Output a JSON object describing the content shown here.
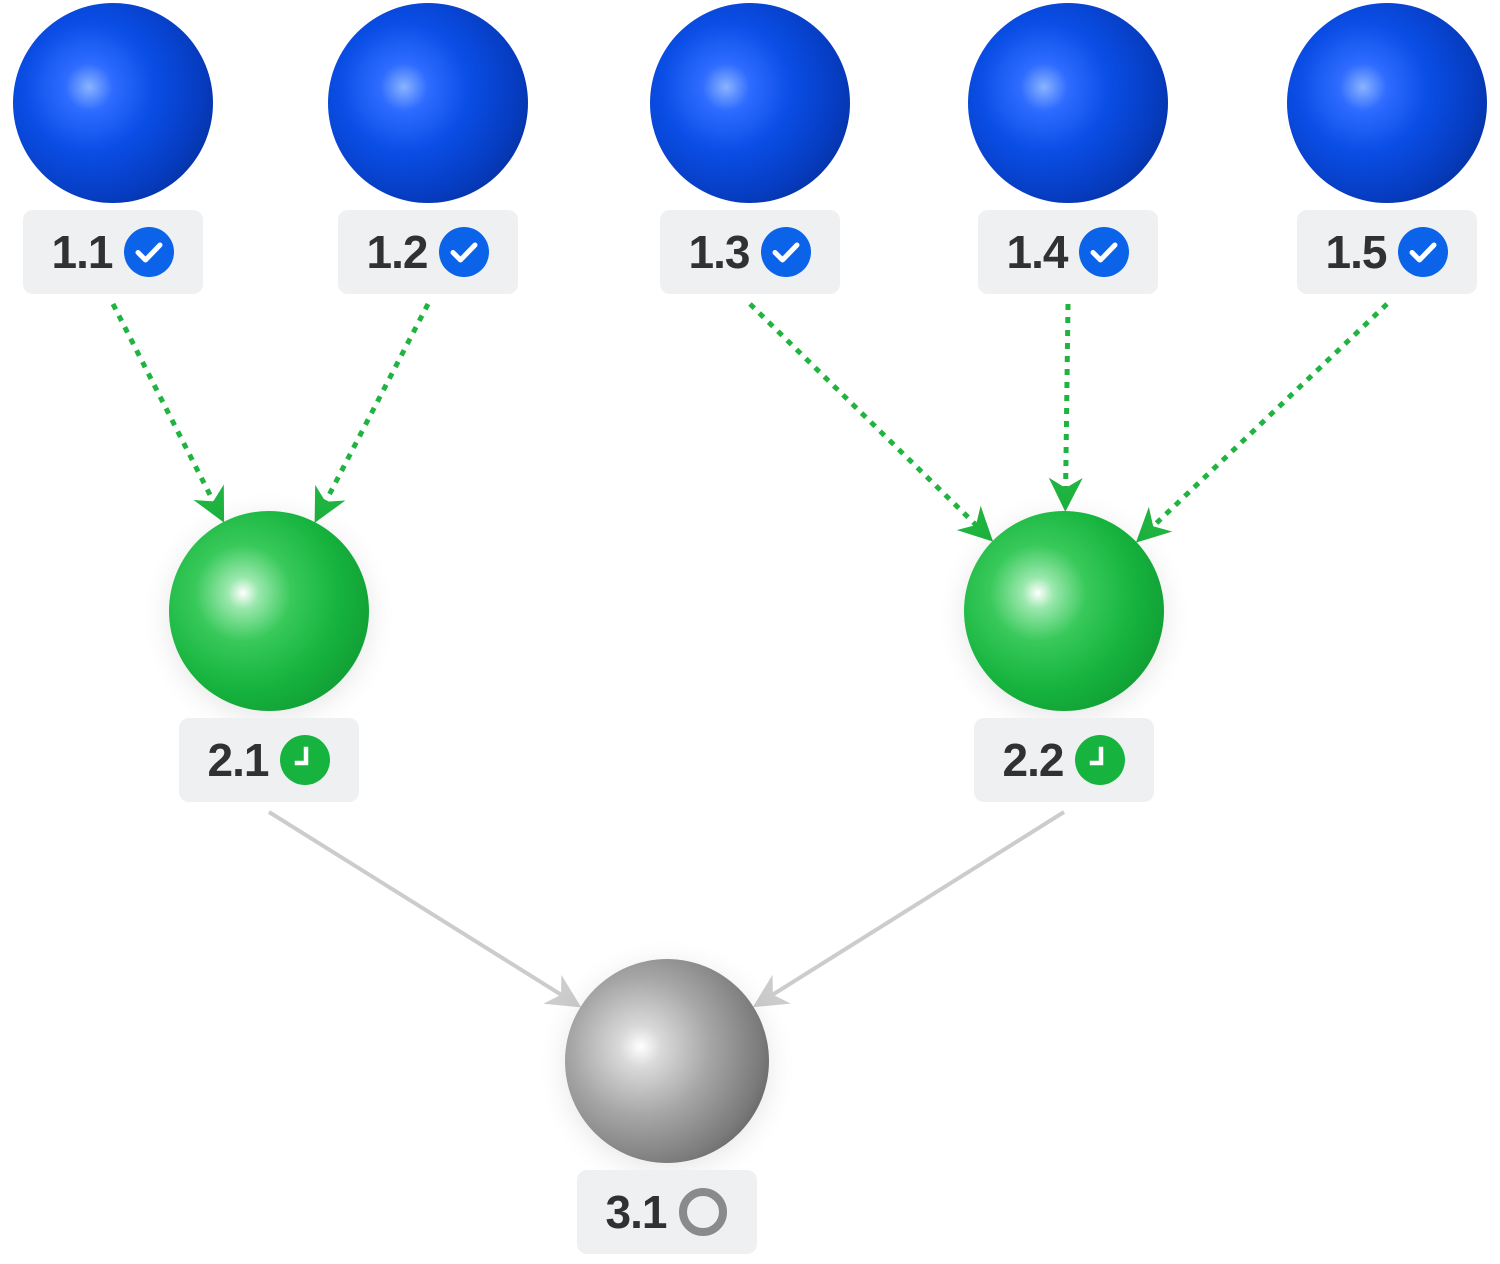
{
  "diagram": {
    "colors": {
      "tier1": "#0a4ee6",
      "tier2": "#16b43e",
      "tier3": "#8a8a8a",
      "edge_active": "#1fb33f",
      "edge_pending": "#cccccc",
      "label_bg": "#eff0f2",
      "label_text": "#2f3133"
    },
    "nodes": [
      {
        "id": "1.1",
        "label": "1.1",
        "color": "blue",
        "status": "complete",
        "status_icon": "check-circle-icon"
      },
      {
        "id": "1.2",
        "label": "1.2",
        "color": "blue",
        "status": "complete",
        "status_icon": "check-circle-icon"
      },
      {
        "id": "1.3",
        "label": "1.3",
        "color": "blue",
        "status": "complete",
        "status_icon": "check-circle-icon"
      },
      {
        "id": "1.4",
        "label": "1.4",
        "color": "blue",
        "status": "complete",
        "status_icon": "check-circle-icon"
      },
      {
        "id": "1.5",
        "label": "1.5",
        "color": "blue",
        "status": "complete",
        "status_icon": "check-circle-icon"
      },
      {
        "id": "2.1",
        "label": "2.1",
        "color": "green",
        "status": "in-progress",
        "status_icon": "clock-icon"
      },
      {
        "id": "2.2",
        "label": "2.2",
        "color": "green",
        "status": "in-progress",
        "status_icon": "clock-icon"
      },
      {
        "id": "3.1",
        "label": "3.1",
        "color": "gray",
        "status": "not-started",
        "status_icon": "ring-icon"
      }
    ],
    "edges": [
      {
        "from": "1.1",
        "to": "2.1",
        "style": "dotted-green"
      },
      {
        "from": "1.2",
        "to": "2.1",
        "style": "dotted-green"
      },
      {
        "from": "1.3",
        "to": "2.2",
        "style": "dotted-green"
      },
      {
        "from": "1.4",
        "to": "2.2",
        "style": "dotted-green"
      },
      {
        "from": "1.5",
        "to": "2.2",
        "style": "dotted-green"
      },
      {
        "from": "2.1",
        "to": "3.1",
        "style": "solid-gray"
      },
      {
        "from": "2.2",
        "to": "3.1",
        "style": "solid-gray"
      }
    ]
  }
}
